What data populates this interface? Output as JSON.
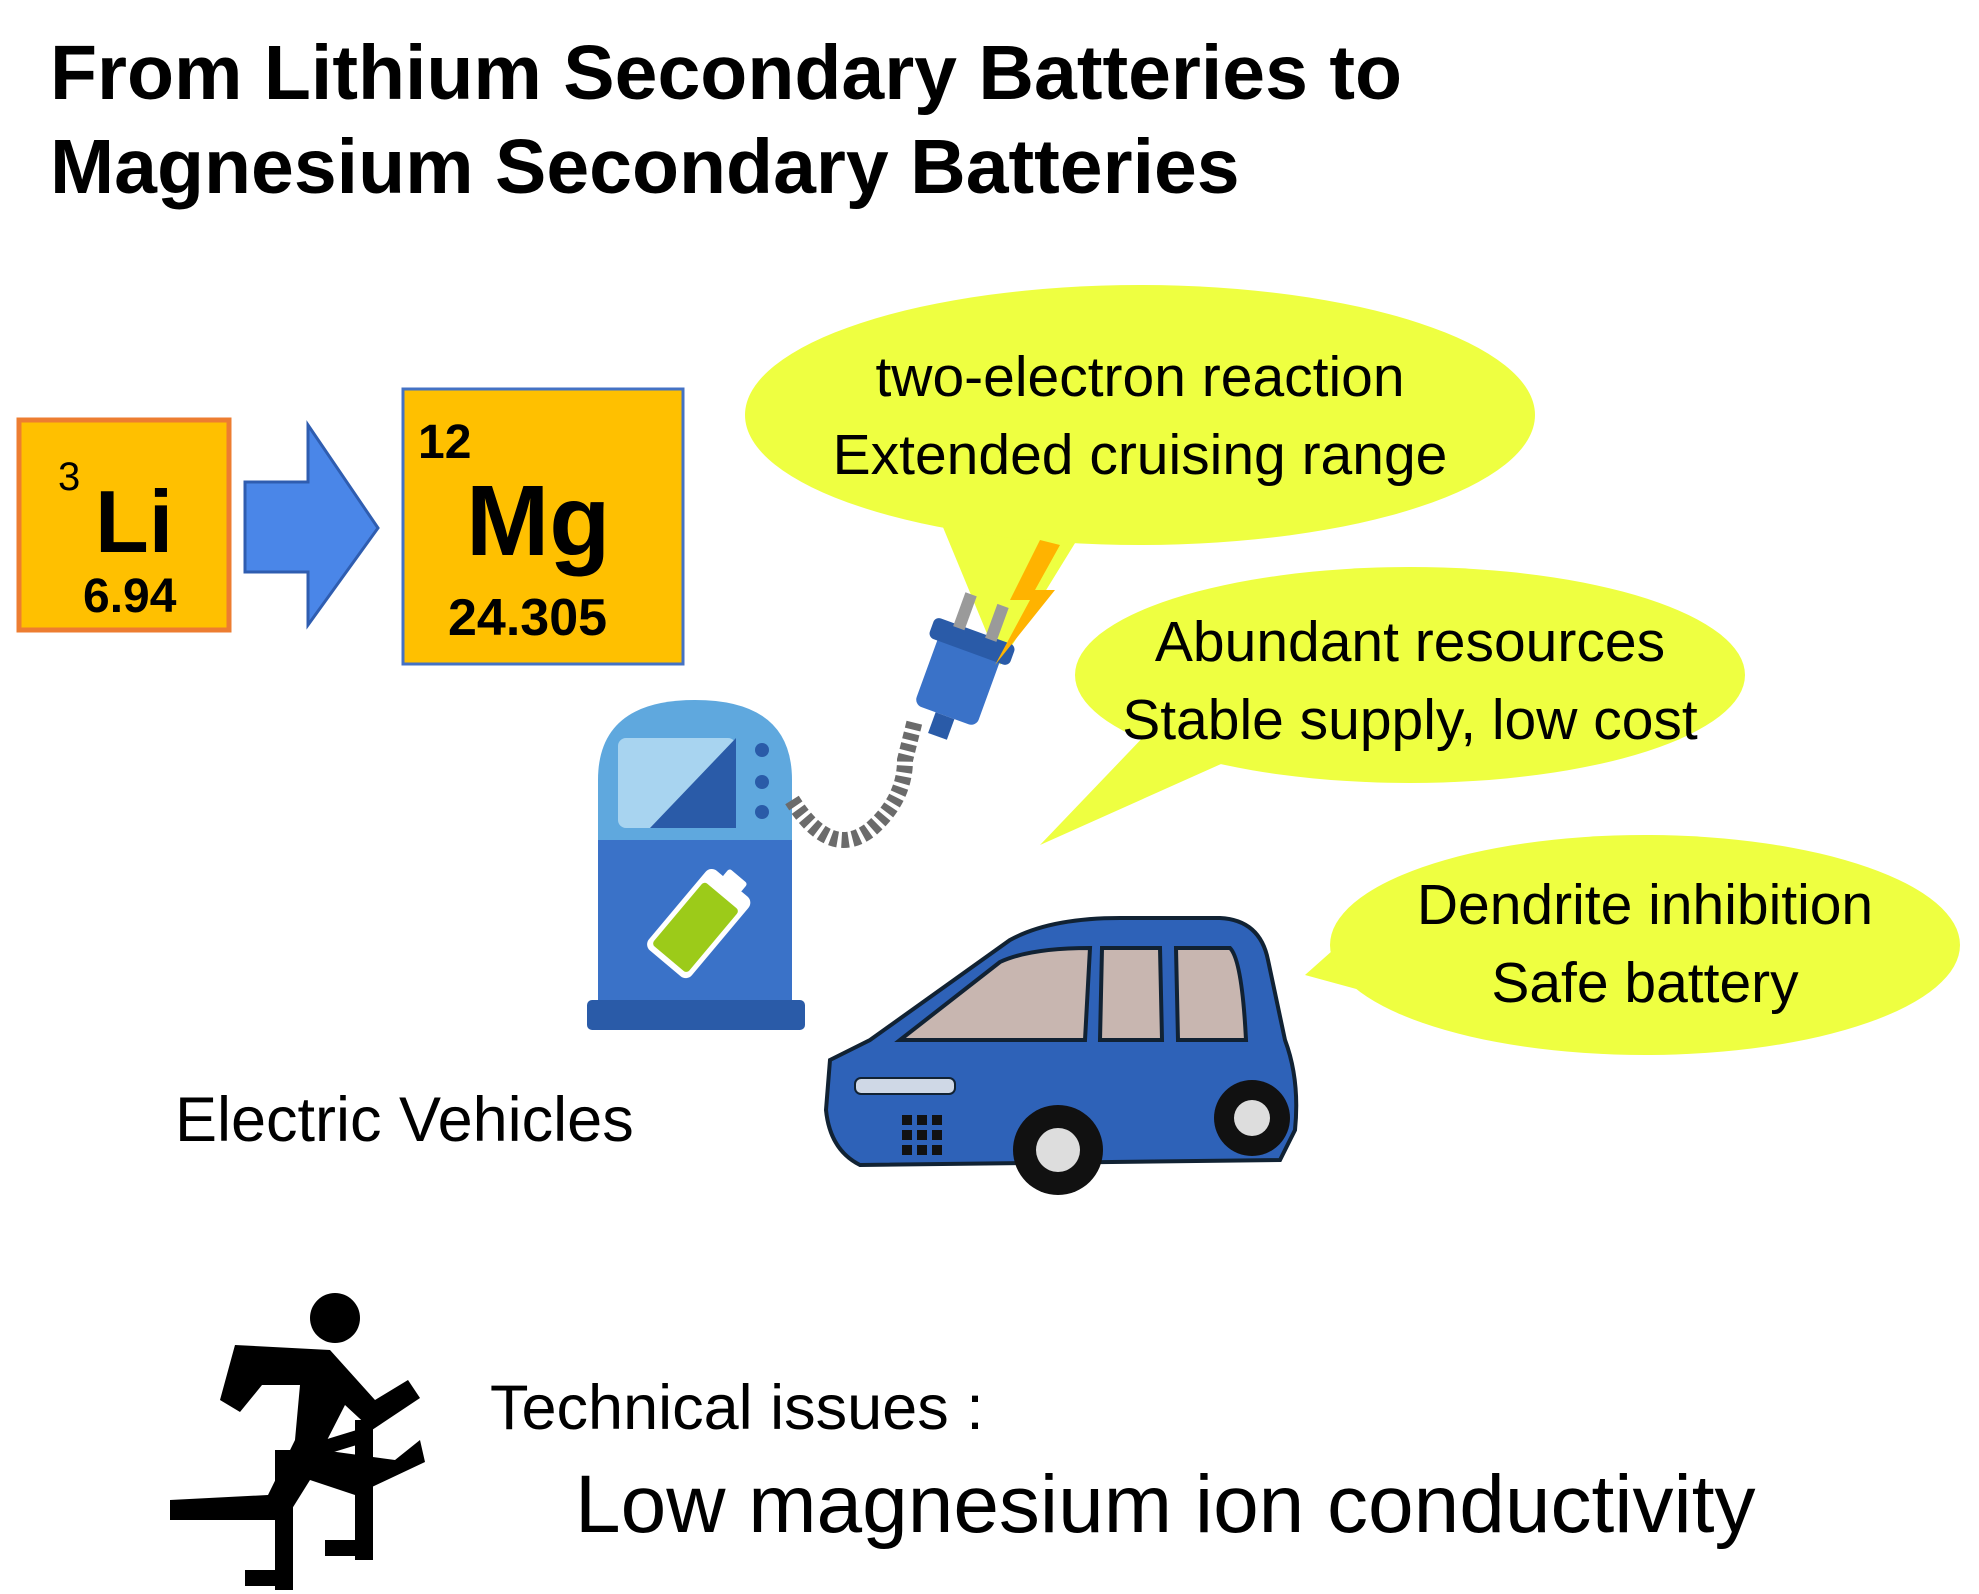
{
  "title": {
    "line1": "From Lithium Secondary Batteries to",
    "line2": "Magnesium Secondary Batteries"
  },
  "elements": {
    "lithium": {
      "number": "3",
      "symbol": "Li",
      "mass": "6.94"
    },
    "magnesium": {
      "number": "12",
      "symbol": "Mg",
      "mass": "24.305"
    }
  },
  "bubbles": {
    "energy": {
      "line1": "two-electron reaction",
      "line2": "Extended cruising range"
    },
    "resources": {
      "line1": "Abundant resources",
      "line2": "Stable supply, low cost"
    },
    "safety": {
      "line1": "Dendrite inhibition",
      "line2": "Safe battery"
    }
  },
  "ev_label": "Electric Vehicles",
  "issues": {
    "label": "Technical issues :",
    "value": "Low magnesium ion conductivity"
  },
  "icons": {
    "arrow": "right-arrow-icon",
    "charger": "charging-station-icon",
    "plug": "power-plug-icon",
    "bolt": "lightning-bolt-icon",
    "car": "car-icon",
    "hurdle": "hurdle-jumper-icon"
  },
  "colors": {
    "element_fill": "#FFC000",
    "element_border": "#ED7D31",
    "arrow": "#4A86E8",
    "bubble": "#EEFF41",
    "charger": "#3A72C8",
    "car": "#2E62B8"
  }
}
